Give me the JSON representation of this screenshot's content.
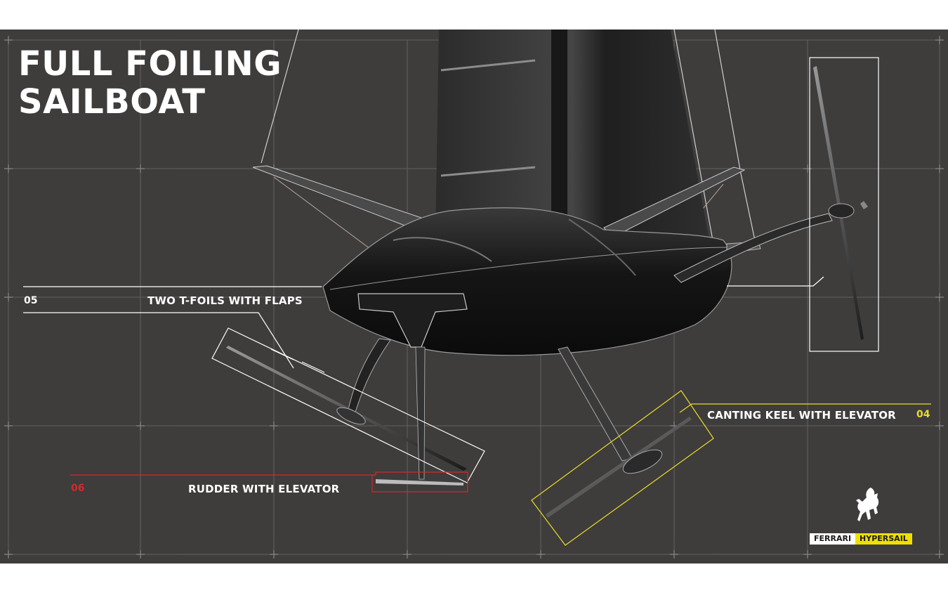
{
  "title": {
    "line1": "FULL FOILING",
    "line2": "SAILBOAT"
  },
  "callouts": [
    {
      "number": "05",
      "label": "TWO T-FOILS WITH FLAPS",
      "color": "#ffffff"
    },
    {
      "number": "06",
      "label": "RUDDER WITH ELEVATOR",
      "color": "#d42a2a"
    },
    {
      "number": "04",
      "label": "CANTING KEEL WITH ELEVATOR",
      "color": "#e8dc2c"
    }
  ],
  "brand": {
    "part1": "FERRARI",
    "part2": "HYPERSAIL"
  },
  "colors": {
    "background": "#3f3c3c",
    "grid": "#6a6666",
    "accent_red": "#d42a2a",
    "accent_yellow": "#e8dc2c"
  },
  "icons": [
    "prancing-horse-logo",
    "sailboat-illustration"
  ]
}
